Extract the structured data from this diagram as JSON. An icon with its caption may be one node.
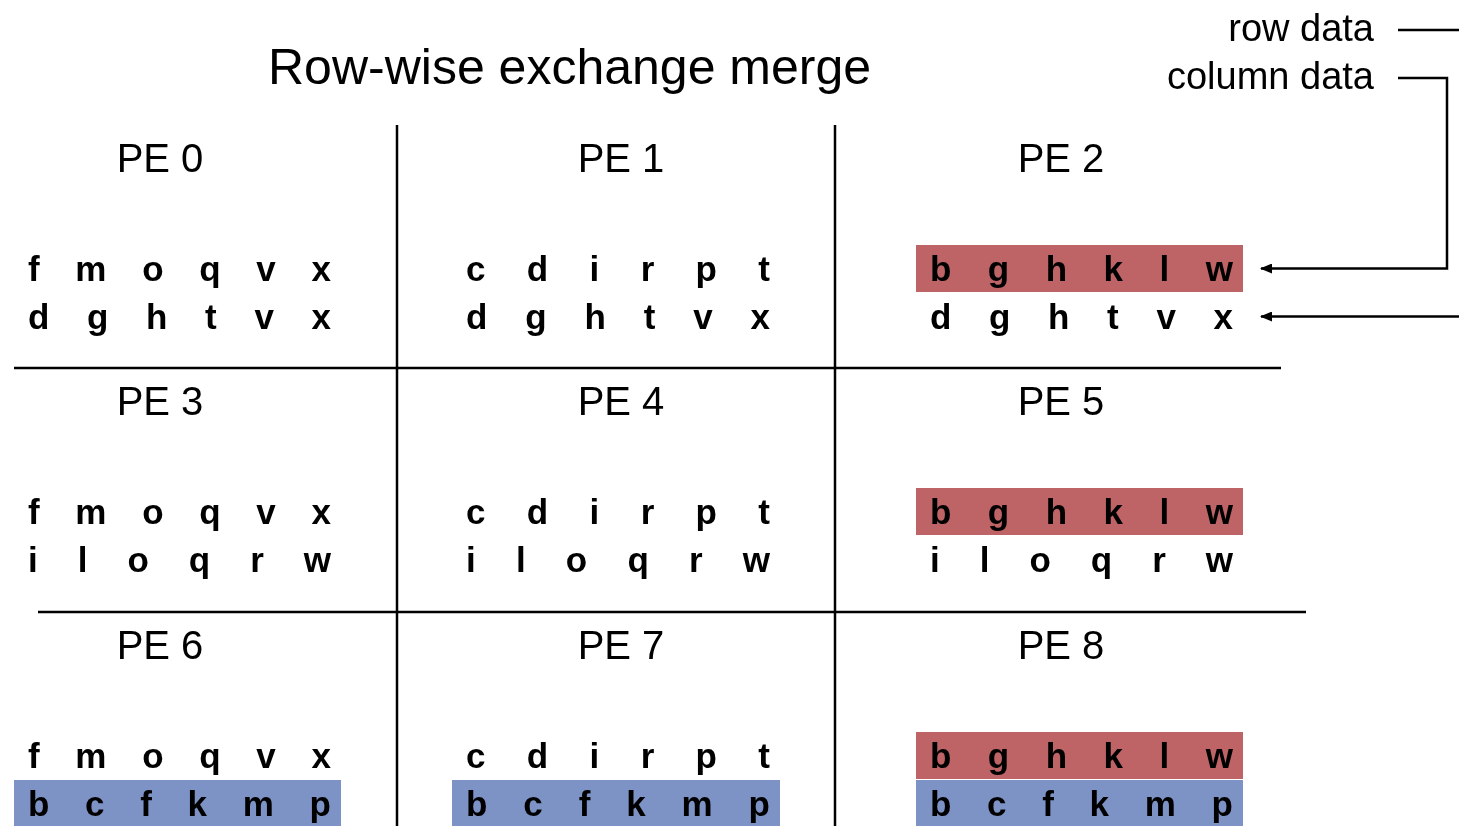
{
  "diagram": {
    "title": "Row-wise exchange merge",
    "nodes": [
      {
        "text": [
          "PE 0"
        ]
      },
      {
        "text": [
          "f m o q v x"
        ],
        "in": 0
      },
      {
        "text": [
          "d g h t v x"
        ],
        "in": 0
      },
      {
        "text": [
          "PE 1"
        ]
      },
      {
        "text": [
          "c d i r p t"
        ],
        "in": 3
      },
      {
        "text": [
          "d g h t v x"
        ],
        "in": 3
      },
      {
        "text": [
          "PE 2"
        ]
      },
      {
        "text": [
          "b g h k l w"
        ],
        "in": 6
      },
      {
        "text": [
          "d g h t v x"
        ],
        "in": 6
      },
      {
        "text": [
          "PE 3"
        ]
      },
      {
        "text": [
          "f m o q v x"
        ],
        "in": 9
      },
      {
        "text": [
          "i l o q r w"
        ],
        "in": 9
      },
      {
        "text": [
          "PE 4"
        ]
      },
      {
        "text": [
          "c d i r p t"
        ],
        "in": 12
      },
      {
        "text": [
          "i l o q r w"
        ],
        "in": 12
      },
      {
        "text": [
          "PE 5"
        ]
      },
      {
        "text": [
          "b g h k l w"
        ],
        "in": 15
      },
      {
        "text": [
          "i l o q r w"
        ],
        "in": 15
      },
      {
        "text": [
          "PE 6"
        ]
      },
      {
        "text": [
          "f m o q v x"
        ],
        "in": 18
      },
      {
        "text": [
          "b c f k m p"
        ],
        "in": 18
      },
      {
        "text": [
          "PE 7"
        ]
      },
      {
        "text": [
          "c d i r p t"
        ],
        "in": 21
      },
      {
        "text": [
          "b c f k m p"
        ],
        "in": 21
      },
      {
        "text": [
          "PE 8"
        ]
      },
      {
        "text": [
          "b g h k l w"
        ],
        "in": 24
      },
      {
        "text": [
          "b c f k m p"
        ],
        "in": 24
      },
      {
        "text": [
          "row data"
        ]
      },
      {
        "text": [
          "column data"
        ]
      }
    ],
    "edges": [
      {
        "from": 28,
        "to": 7,
        "arrow": "to"
      },
      {
        "from": 27,
        "to": null,
        "arrow": "none"
      },
      {
        "from": null,
        "to": 8,
        "arrow": "to"
      }
    ]
  }
}
